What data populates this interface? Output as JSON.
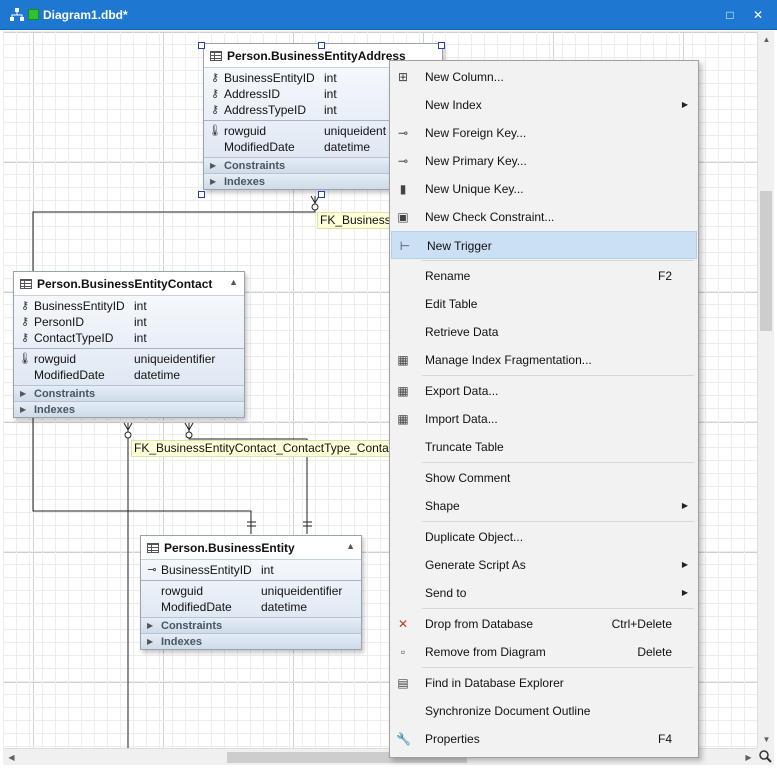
{
  "window": {
    "title": "Diagram1.dbd*"
  },
  "entities": [
    {
      "name": "Person.BusinessEntityAddress",
      "columns": [
        {
          "icon": "key-icon",
          "name": "BusinessEntityID",
          "type": "int"
        },
        {
          "icon": "key-icon",
          "name": "AddressID",
          "type": "int"
        },
        {
          "icon": "key-icon",
          "name": "AddressTypeID",
          "type": "int"
        }
      ],
      "other_columns": [
        {
          "icon": "unique-key-icon",
          "name": "rowguid",
          "type": "uniqueident"
        },
        {
          "icon": "",
          "name": "ModifiedDate",
          "type": "datetime"
        }
      ],
      "sections": [
        "Constraints",
        "Indexes"
      ]
    },
    {
      "name": "Person.BusinessEntityContact",
      "columns": [
        {
          "icon": "key-icon",
          "name": "BusinessEntityID",
          "type": "int"
        },
        {
          "icon": "key-icon",
          "name": "PersonID",
          "type": "int"
        },
        {
          "icon": "key-icon",
          "name": "ContactTypeID",
          "type": "int"
        }
      ],
      "other_columns": [
        {
          "icon": "unique-key-icon",
          "name": "rowguid",
          "type": "uniqueidentifier"
        },
        {
          "icon": "",
          "name": "ModifiedDate",
          "type": "datetime"
        }
      ],
      "sections": [
        "Constraints",
        "Indexes"
      ]
    },
    {
      "name": "Person.BusinessEntity",
      "columns": [
        {
          "icon": "primary-key-icon",
          "name": "BusinessEntityID",
          "type": "int"
        }
      ],
      "other_columns": [
        {
          "icon": "",
          "name": "rowguid",
          "type": "uniqueidentifier"
        },
        {
          "icon": "",
          "name": "ModifiedDate",
          "type": "datetime"
        }
      ],
      "sections": [
        "Constraints",
        "Indexes"
      ]
    }
  ],
  "fk_labels": [
    "FK_Business",
    "FK_BusinessEntityContact_ContactType_Conta"
  ],
  "menu": [
    {
      "icon": "new-column-icon",
      "label": "New Column...",
      "key": "",
      "submenu": false
    },
    {
      "icon": "",
      "label": "New Index",
      "key": "",
      "submenu": true
    },
    {
      "icon": "foreign-key-icon",
      "label": "New Foreign Key...",
      "key": "",
      "submenu": false
    },
    {
      "icon": "primary-key-icon",
      "label": "New Primary Key...",
      "key": "",
      "submenu": false
    },
    {
      "icon": "unique-key-icon",
      "label": "New Unique Key...",
      "key": "",
      "submenu": false
    },
    {
      "icon": "check-constraint-icon",
      "label": "New Check Constraint...",
      "key": "",
      "submenu": false
    },
    {
      "icon": "trigger-icon",
      "label": "New Trigger",
      "key": "",
      "submenu": false,
      "highlighted": true
    },
    {
      "separator": true
    },
    {
      "icon": "",
      "label": "Rename",
      "key": "F2",
      "submenu": false
    },
    {
      "icon": "",
      "label": "Edit Table",
      "key": "",
      "submenu": false
    },
    {
      "icon": "",
      "label": "Retrieve Data",
      "key": "",
      "submenu": false
    },
    {
      "icon": "index-fragmentation-icon",
      "label": "Manage Index Fragmentation...",
      "key": "",
      "submenu": false
    },
    {
      "separator": true
    },
    {
      "icon": "export-data-icon",
      "label": "Export Data...",
      "key": "",
      "submenu": false
    },
    {
      "icon": "import-data-icon",
      "label": "Import Data...",
      "key": "",
      "submenu": false
    },
    {
      "icon": "",
      "label": "Truncate Table",
      "key": "",
      "submenu": false
    },
    {
      "separator": true
    },
    {
      "icon": "",
      "label": "Show Comment",
      "key": "",
      "submenu": false
    },
    {
      "icon": "",
      "label": "Shape",
      "key": "",
      "submenu": true
    },
    {
      "separator": true
    },
    {
      "icon": "",
      "label": "Duplicate Object...",
      "key": "",
      "submenu": false
    },
    {
      "icon": "",
      "label": "Generate Script As",
      "key": "",
      "submenu": true
    },
    {
      "icon": "",
      "label": "Send to",
      "key": "",
      "submenu": true
    },
    {
      "separator": true
    },
    {
      "icon": "drop-icon",
      "label": "Drop from Database",
      "key": "Ctrl+Delete",
      "submenu": false
    },
    {
      "icon": "remove-from-diagram-icon",
      "label": "Remove from Diagram",
      "key": "Delete",
      "submenu": false
    },
    {
      "separator": true
    },
    {
      "icon": "database-explorer-icon",
      "label": "Find in Database Explorer",
      "key": "",
      "submenu": false
    },
    {
      "icon": "",
      "label": "Synchronize Document Outline",
      "key": "",
      "submenu": false
    },
    {
      "icon": "wrench-icon",
      "label": "Properties",
      "key": "F4",
      "submenu": false
    }
  ],
  "colors": {
    "titlebar": "#1e78d2",
    "menu_highlight": "#cce0f5",
    "fk_label_bg": "#ffffd9",
    "drop_icon": "#c0392b"
  }
}
